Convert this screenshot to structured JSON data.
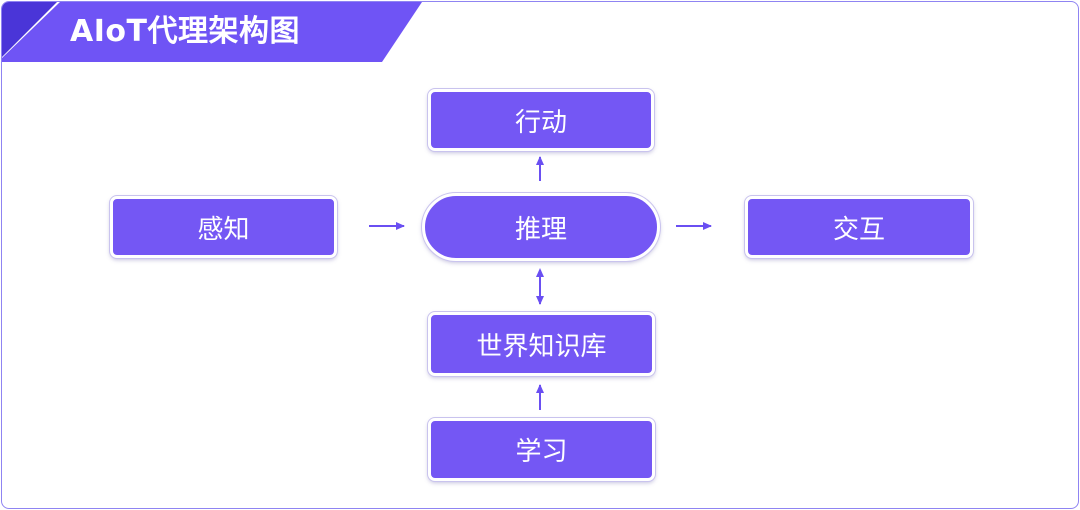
{
  "title": "AIoT代理架构图",
  "nodes": {
    "action": "行动",
    "perception": "感知",
    "reasoning": "推理",
    "interaction": "交互",
    "world_knowledge": "世界知识库",
    "learning": "学习"
  },
  "colors": {
    "accent": "#7457f4",
    "banner_dark": "#4a35d8",
    "border": "#8f84f2",
    "arrow": "#6a4ff2"
  }
}
